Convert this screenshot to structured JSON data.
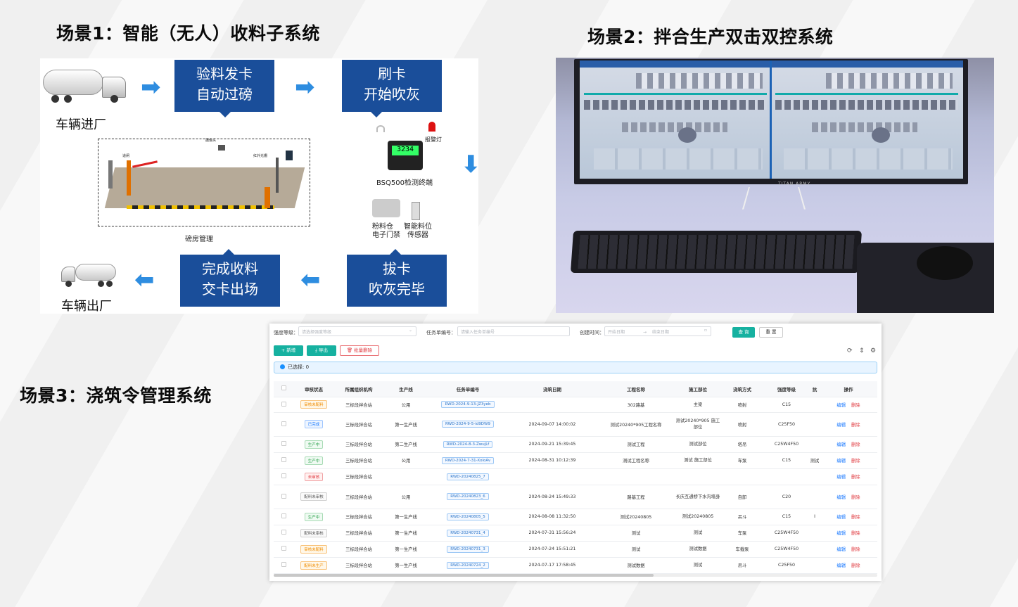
{
  "titles": {
    "scene1": "场景1：智能（无人）收料子系统",
    "scene2": "场景2：拌合生产双击双控系统",
    "scene3": "场景3：浇筑令管理系统"
  },
  "scene1": {
    "box1_line1": "验料发卡",
    "box1_line2": "自动过磅",
    "box2_line1": "刷卡",
    "box2_line2": "开始吹灰",
    "box3_line1": "完成收料",
    "box3_line2": "交卡出场",
    "box4_line1": "拔卡",
    "box4_line2": "吹灰完毕",
    "truck_in": "车辆进厂",
    "truck_out": "车辆出厂",
    "scale_room": "磅房管理",
    "terminal": "BSQ500检测终端",
    "terminal_display": "3234",
    "alarm": "报警灯",
    "gate_line1": "粉料仓",
    "gate_line2": "电子门禁",
    "sensor_line1": "智能料位",
    "sensor_line2": "传感器",
    "cam_label": "摄像头",
    "light_label": "红外光栅",
    "gate_label": "道闸"
  },
  "scene2": {
    "monitor_brand": "TITAN ARMY"
  },
  "scene3": {
    "filters": {
      "grade_label": "强度等级：",
      "grade_placeholder": "请选择强度等级",
      "task_label": "任务单编号：",
      "task_placeholder": "请输入任务单编号",
      "date_label": "创建时间：",
      "start_placeholder": "开始日期",
      "end_placeholder": "结束日期",
      "range_sep": "→"
    },
    "buttons": {
      "search": "查 询",
      "reset": "重 置",
      "add": "+ 新增",
      "export": "导出",
      "batch_delete": "批量删除"
    },
    "selected_text": "已选择: 0",
    "columns": [
      "审核状态",
      "所属组织机构",
      "生产线",
      "任务单编号",
      "浇筑日期",
      "工程名称",
      "施工部位",
      "浇筑方式",
      "强度等级",
      "抗",
      "操作"
    ],
    "edit_label": "编辑",
    "delete_label": "删除",
    "rows": [
      {
        "status": "审核未配料",
        "status_color": "orange",
        "org": "三标段拌合站",
        "line": "公用",
        "task": "RWD-2024-9-13-JZ3yeb",
        "date": "",
        "project": "302路基",
        "part": "主梁",
        "method": "喷射",
        "grade": "C15",
        "extra": ""
      },
      {
        "status": "已完成",
        "status_color": "blue",
        "org": "三标段拌合站",
        "line": "第一生产线",
        "task": "RWD-2024-9-5-id9DW9",
        "date": "2024-09-07 14:00:02",
        "project": "测试20240*905工程名称",
        "part": "测试20240*905 施工部位",
        "method": "喷射",
        "grade": "C25F50",
        "extra": ""
      },
      {
        "status": "生产中",
        "status_color": "green",
        "org": "三标段拌合站",
        "line": "第二生产线",
        "task": "RWD-2024-8-3-ZwujLf",
        "date": "2024-09-21 15:39:45",
        "project": "测试工程",
        "part": "测试部位",
        "method": "塔吊",
        "grade": "C25W4F50",
        "extra": ""
      },
      {
        "status": "生产中",
        "status_color": "green",
        "org": "三标段拌合站",
        "line": "公用",
        "task": "RWD-2024-7-31-XoloAv",
        "date": "2024-08-31 10:12:39",
        "project": "测试工程名称",
        "part": "测试 施工部位",
        "method": "车泵",
        "grade": "C15",
        "extra": "测试"
      },
      {
        "status": "未审核",
        "status_color": "red",
        "org": "三标段拌合站",
        "line": "",
        "task": "RWD-20240825_7",
        "date": "",
        "project": "",
        "part": "",
        "method": "",
        "grade": "",
        "extra": ""
      },
      {
        "status": "配料未审核",
        "status_color": "grey",
        "org": "三标段拌合站",
        "line": "公用",
        "task": "RWD-20240823_6",
        "date": "2024-08-24 15:49:33",
        "project": "路基工程",
        "part": "长庆互通桥下水沟墙身",
        "method": "自卸",
        "grade": "C20",
        "extra": ""
      },
      {
        "status": "生产中",
        "status_color": "green",
        "org": "三标段拌合站",
        "line": "第一生产线",
        "task": "RWD-20240805_5",
        "date": "2024-08-08 11:32:50",
        "project": "测试20240805",
        "part": "测试20240805",
        "method": "吊斗",
        "grade": "C15",
        "extra": "I"
      },
      {
        "status": "配料未审核",
        "status_color": "grey",
        "org": "三标段拌合站",
        "line": "第一生产线",
        "task": "RWD-20240731_4",
        "date": "2024-07-31 15:56:24",
        "project": "测试",
        "part": "测试",
        "method": "车泵",
        "grade": "C25W4F50",
        "extra": ""
      },
      {
        "status": "审核未配料",
        "status_color": "orange",
        "org": "三标段拌合站",
        "line": "第一生产线",
        "task": "RWD-20240731_3",
        "date": "2024-07-24 15:51:21",
        "project": "测试",
        "part": "测试数据",
        "method": "车载泵",
        "grade": "C25W4F50",
        "extra": ""
      },
      {
        "status": "配料未生产",
        "status_color": "orange",
        "org": "三标段拌合站",
        "line": "第一生产线",
        "task": "RWD-20240724_2",
        "date": "2024-07-17 17:58:45",
        "project": "测试数据",
        "part": "测试",
        "method": "吊斗",
        "grade": "C25F50",
        "extra": ""
      }
    ]
  }
}
